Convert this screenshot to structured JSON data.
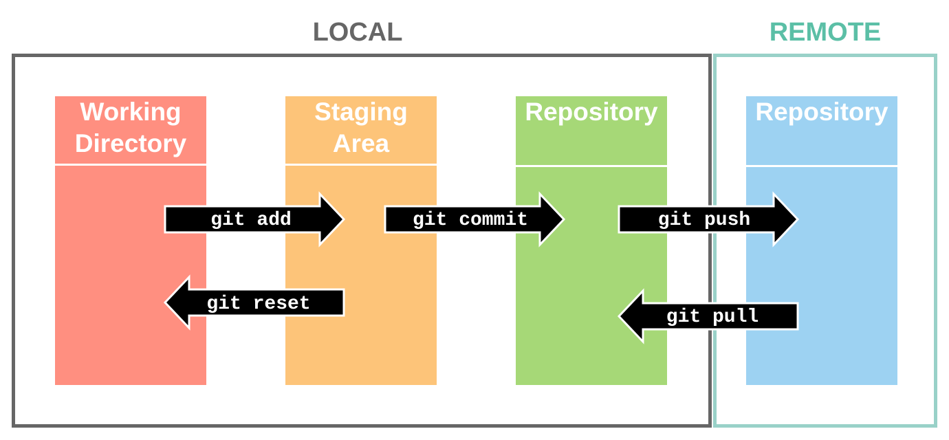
{
  "sections": {
    "local": {
      "title": "LOCAL",
      "color": "#666666"
    },
    "remote": {
      "title": "REMOTE",
      "color": "#5bbfa6",
      "border_color": "#99d1c8"
    }
  },
  "columns": [
    {
      "id": "working-directory",
      "title_lines": [
        "Working",
        "Directory"
      ],
      "color": "#ff8f80"
    },
    {
      "id": "staging-area",
      "title_lines": [
        "Staging",
        "Area"
      ],
      "color": "#fdc479"
    },
    {
      "id": "local-repository",
      "title_lines": [
        "Repository"
      ],
      "color": "#a6d877"
    },
    {
      "id": "remote-repository",
      "title_lines": [
        "Repository"
      ],
      "color": "#9dd2f2"
    }
  ],
  "commands": [
    {
      "id": "git-add",
      "label": "git add",
      "direction": "right",
      "from": "Working Directory",
      "to": "Staging Area"
    },
    {
      "id": "git-commit",
      "label": "git commit",
      "direction": "right",
      "from": "Staging Area",
      "to": "Repository"
    },
    {
      "id": "git-push",
      "label": "git push",
      "direction": "right",
      "from": "Repository",
      "to": "Repository (remote)"
    },
    {
      "id": "git-reset",
      "label": "git reset",
      "direction": "left",
      "from": "Staging Area",
      "to": "Working Directory"
    },
    {
      "id": "git-pull",
      "label": "git pull",
      "direction": "left",
      "from": "Repository (remote)",
      "to": "Repository"
    }
  ],
  "arrow_colors": {
    "fill": "#000000",
    "outline": "#ffffff"
  }
}
